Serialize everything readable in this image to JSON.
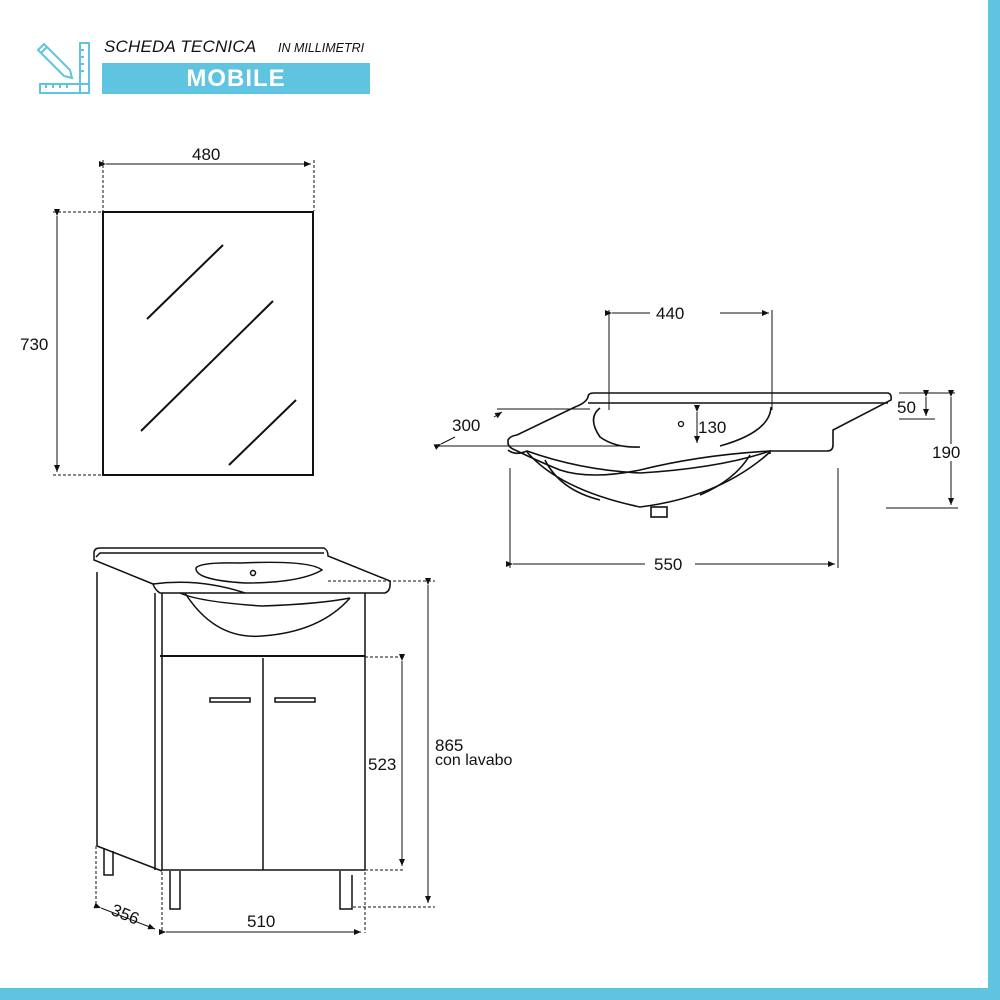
{
  "header": {
    "icon": "ruler-pencil-icon",
    "title": "SCHEDA TECNICA",
    "subtitle": "IN MILLIMETRI",
    "banner": "MOBILE"
  },
  "colors": {
    "accent": "#5fc4e0",
    "line": "#111111"
  },
  "mirror": {
    "width_label": "480",
    "height_label": "730"
  },
  "basin": {
    "bowl_width_label": "440",
    "depth_label": "300",
    "bowl_depth_label": "130",
    "rim_height_label": "50",
    "total_height_label": "190",
    "total_width_label": "550"
  },
  "cabinet": {
    "depth_label": "356",
    "width_label": "510",
    "door_height_label": "523",
    "total_height_label": "865",
    "total_height_note": "con lavabo"
  }
}
